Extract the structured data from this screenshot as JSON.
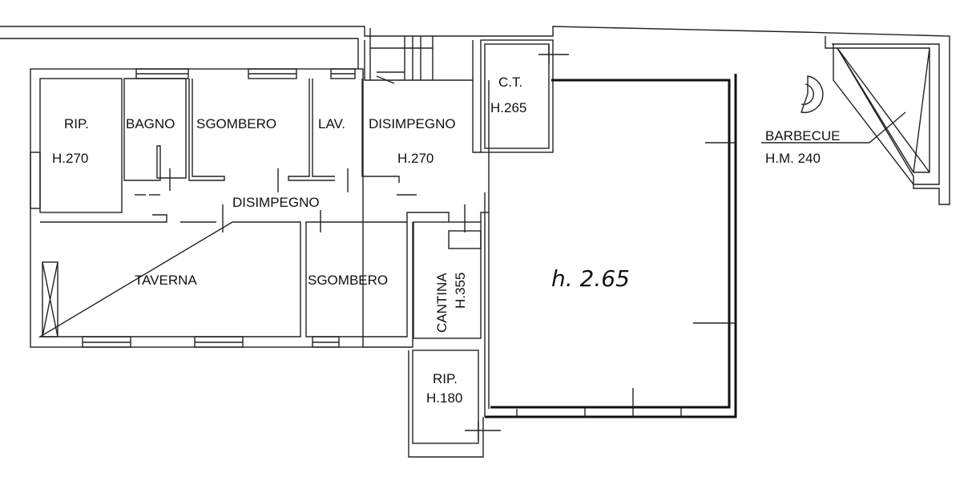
{
  "rooms": {
    "rip_top": {
      "name": "RIP.",
      "height": "H.270"
    },
    "bagno": {
      "name": "BAGNO"
    },
    "sgombero_top": {
      "name": "SGOMBERO"
    },
    "lav": {
      "name": "LAV."
    },
    "disimpegno_top": {
      "name": "DISIMPEGNO",
      "height": "H.270"
    },
    "ct": {
      "name": "C.T.",
      "height": "H.265"
    },
    "disimpegno_mid": {
      "name": "DISIMPEGNO"
    },
    "taverna": {
      "name": "TAVERNA"
    },
    "sgombero_bottom": {
      "name": "SGOMBERO"
    },
    "cantina": {
      "name": "CANTINA",
      "height": "H.355"
    },
    "rip_bottom": {
      "name": "RIP.",
      "height": "H.180"
    },
    "large_room": {
      "height": "h. 2.65"
    },
    "barbecue": {
      "name": "BARBECUE",
      "height": "H.M. 240"
    }
  }
}
